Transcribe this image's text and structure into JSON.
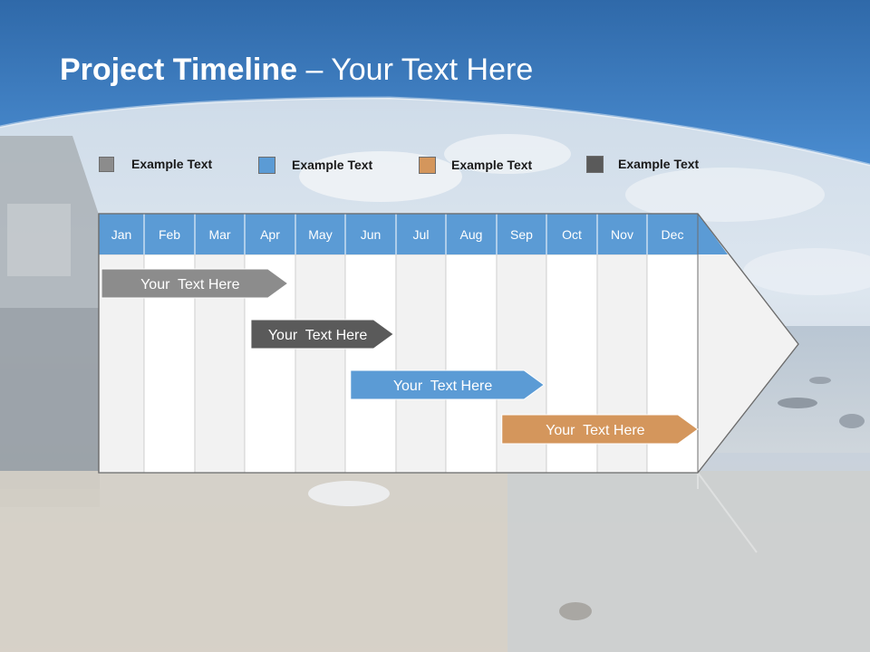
{
  "title": {
    "bold": "Project Timeline",
    "rest": " – Your Text Here"
  },
  "legend": [
    {
      "label": "Example Text",
      "color": "#8c8c8c"
    },
    {
      "label": "Example Text",
      "color": "#5b9bd5"
    },
    {
      "label": "Example Text",
      "color": "#d4965c"
    },
    {
      "label": "Example Text",
      "color": "#5a5a5a"
    }
  ],
  "months": [
    "Jan",
    "Feb",
    "Mar",
    "Apr",
    "May",
    "Jun",
    "Jul",
    "Aug",
    "Sep",
    "Oct",
    "Nov",
    "Dec"
  ],
  "tasks": [
    {
      "label": "Your  Text Here",
      "start_month": 1.0,
      "end_month": 4.85,
      "color": "#8c8c8c"
    },
    {
      "label": "Your  Text Here",
      "start_month": 4.07,
      "end_month": 6.95,
      "color": "#5a5a5a"
    },
    {
      "label": "Your  Text Here",
      "start_month": 6.05,
      "end_month": 9.95,
      "color": "#5b9bd5"
    },
    {
      "label": "Your  Text Here",
      "start_month": 9.05,
      "end_month": 13.0,
      "color": "#d4965c"
    }
  ],
  "colors": {
    "header": "#5b9bd5",
    "banner_top": "#2e68a8",
    "banner_bottom": "#4d8fd3"
  }
}
